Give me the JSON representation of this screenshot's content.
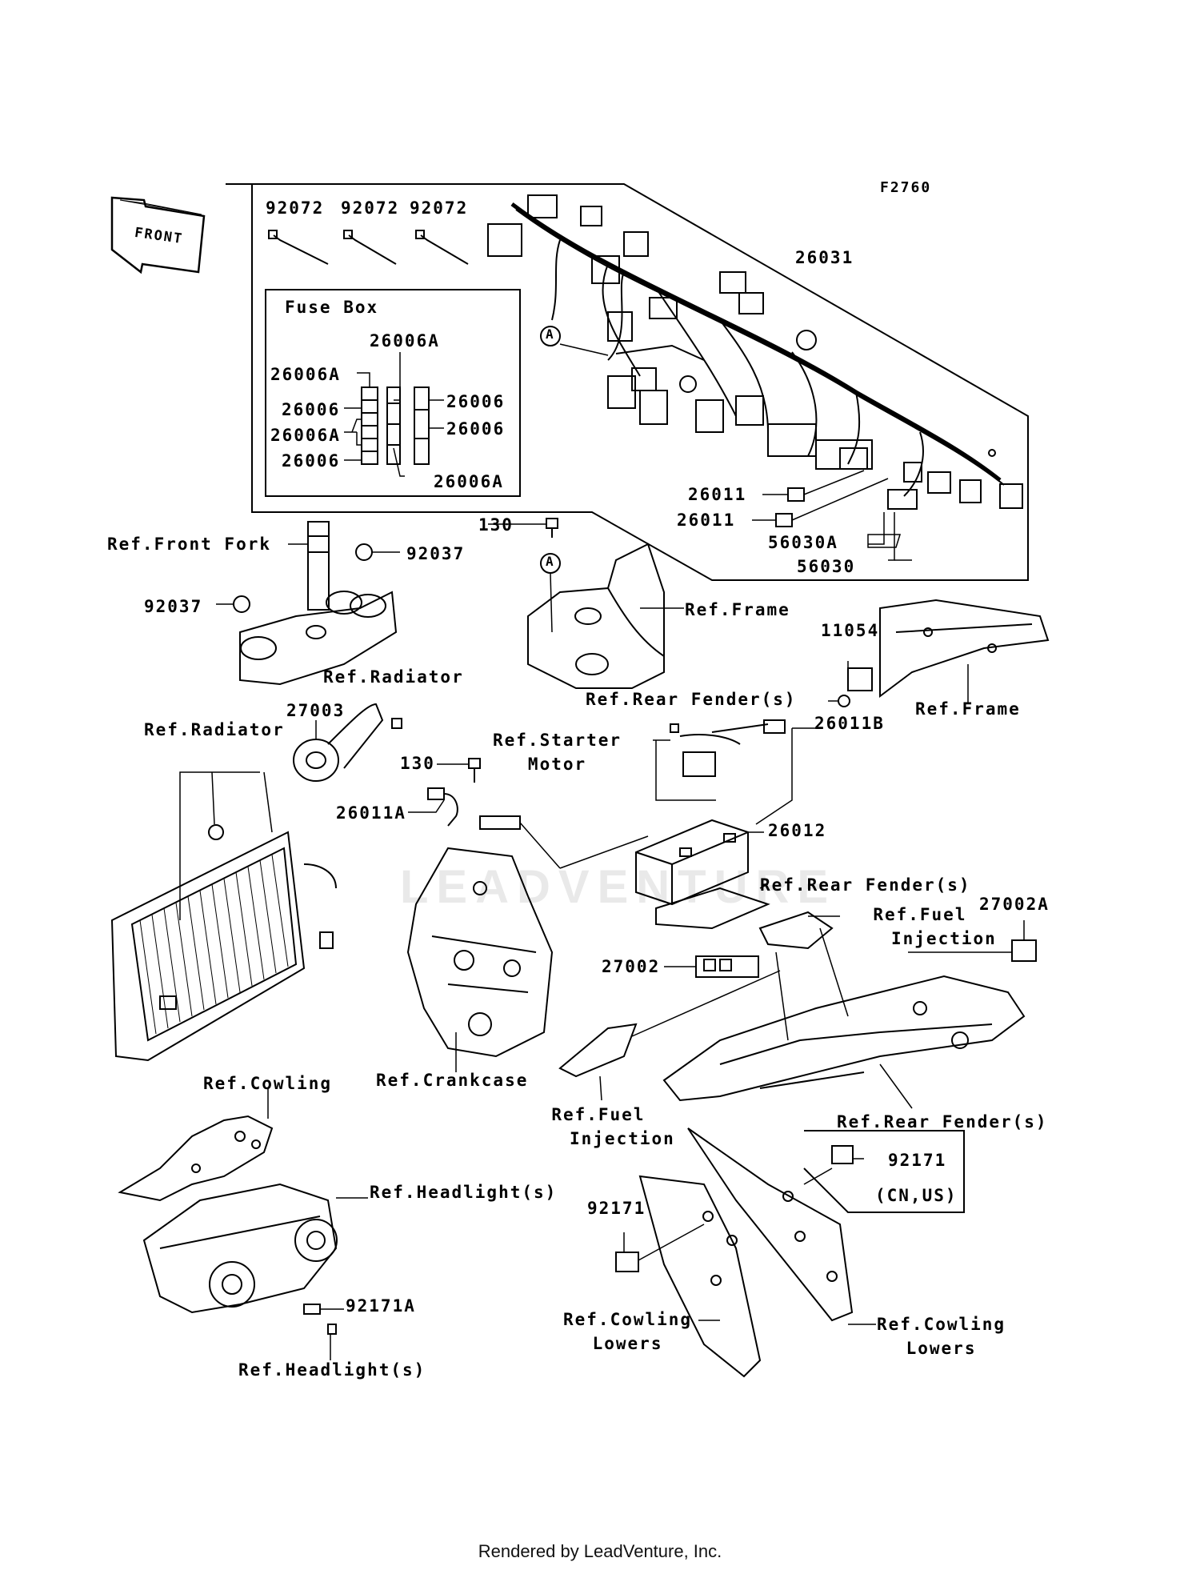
{
  "diagram_code": "F2760",
  "front_label": "FRONT",
  "watermark": "LEADVENTURE",
  "footer": "Rendered by LeadVenture, Inc.",
  "fuse_box": {
    "title": "Fuse Box",
    "labels": [
      "26006A",
      "26006A",
      "26006",
      "26006A",
      "26006",
      "26006",
      "26006",
      "26006A"
    ]
  },
  "callouts": {
    "tie1": "92072",
    "tie2": "92072",
    "tie3": "92072",
    "harness": "26031",
    "circle_a1": "A",
    "circle_a2": "A",
    "c26011_1": "26011",
    "c26011_2": "26011",
    "c56030a": "56030A",
    "c56030": "56030",
    "c130_top": "130",
    "front_fork": "Ref.Front Fork",
    "c92037_r": "92037",
    "c92037_l": "92037",
    "frame_center": "Ref.Frame",
    "c11054": "11054",
    "frame_right": "Ref.Frame",
    "rear_fender_1": "Ref.Rear Fender(s)",
    "radiator_top": "Ref.Radiator",
    "c27003": "27003",
    "radiator_left": "Ref.Radiator",
    "c130_mid": "130",
    "starter_1": "Ref.Starter",
    "starter_2": "Motor",
    "c26011b": "26011B",
    "c26011a": "26011A",
    "c26012": "26012",
    "rear_fender_2": "Ref.Rear Fender(s)",
    "fuel_inj_1a": "Ref.Fuel",
    "fuel_inj_1b": "Injection",
    "c27002a": "27002A",
    "c27002": "27002",
    "cowling_top": "Ref.Cowling",
    "crankcase": "Ref.Crankcase",
    "fuel_inj_2a": "Ref.Fuel",
    "fuel_inj_2b": "Injection",
    "rear_fender_3": "Ref.Rear Fender(s)",
    "c92171_r": "92171",
    "cn_us": "(CN,US)",
    "headlight_1": "Ref.Headlight(s)",
    "c92171_l": "92171",
    "c92171a": "92171A",
    "cowl_lowers_l1": "Ref.Cowling",
    "cowl_lowers_l2": "Lowers",
    "cowl_lowers_r1": "Ref.Cowling",
    "cowl_lowers_r2": "Lowers",
    "headlight_2": "Ref.Headlight(s)"
  }
}
